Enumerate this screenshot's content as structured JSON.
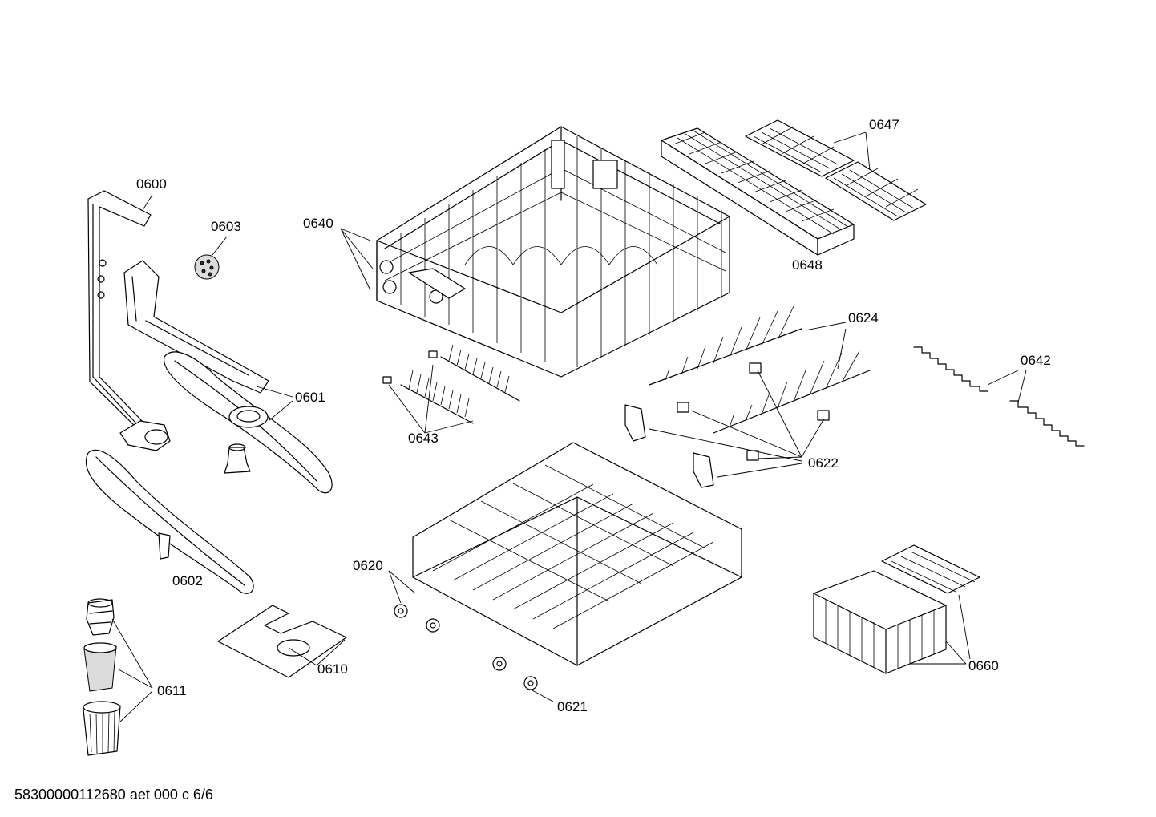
{
  "labels": {
    "p0600": "0600",
    "p0601": "0601",
    "p0602": "0602",
    "p0603": "0603",
    "p0610": "0610",
    "p0611": "0611",
    "p0620": "0620",
    "p0621": "0621",
    "p0622": "0622",
    "p0624": "0624",
    "p0640": "0640",
    "p0642": "0642",
    "p0643": "0643",
    "p0647": "0647",
    "p0648": "0648",
    "p0660": "0660"
  },
  "footer": "58300000112680 aet 000 c 6/6"
}
